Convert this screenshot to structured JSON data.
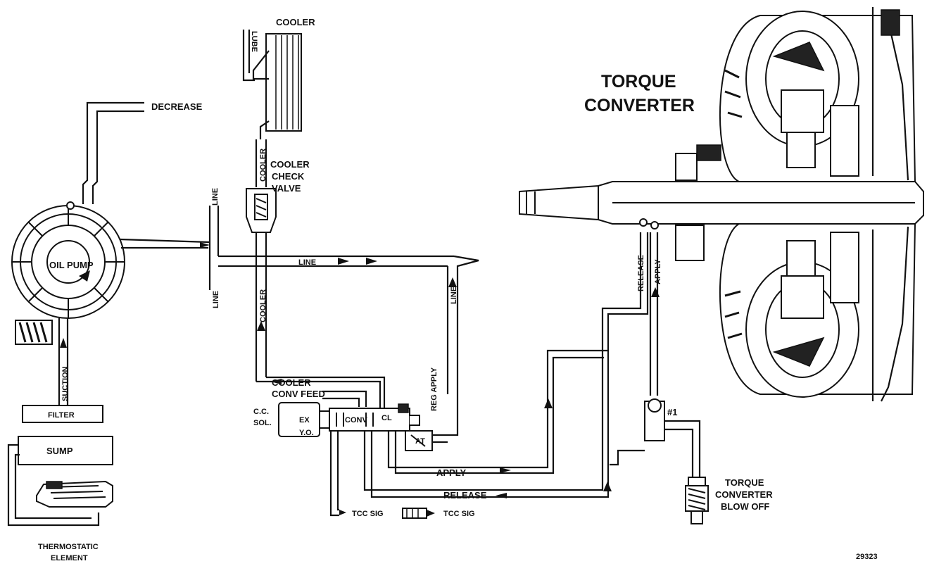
{
  "labels": {
    "cooler_top": "COOLER",
    "lube": "LUBE",
    "decrease": "DECREASE",
    "cooler_vertical_upper": "COOLER",
    "cooler_check_valve": [
      "COOLER",
      "CHECK",
      "VALVE"
    ],
    "torque_converter_title": [
      "TORQUE",
      "CONVERTER"
    ],
    "line_upper": "LINE",
    "line_horizontal": "LINE",
    "line_lower": "LINE",
    "line_right": "LINE",
    "oil_pump": "OIL PUMP",
    "cooler_vertical_lower": "COOLER",
    "release_vertical": "RELEASE",
    "apply_vertical": "APPLY",
    "suction": "SUCTION",
    "filter": "FILTER",
    "sump": "SUMP",
    "cooler_feed": "COOLER",
    "conv_feed": "CONV FEED",
    "reg_apply": "REG APPLY",
    "cc_sol": [
      "C.C.",
      "SOL."
    ],
    "ex": "EX",
    "yo": "Y.O.",
    "conv_small": "CONV",
    "cl_small": "CL",
    "at_small": "AT",
    "check_ball_1": "#1",
    "apply_horizontal": "APPLY",
    "release_horizontal": "RELEASE",
    "tcc_sig_left": "TCC SIG",
    "tcc_sig_right": "TCC SIG",
    "blow_off": [
      "TORQUE",
      "CONVERTER",
      "BLOW OFF"
    ],
    "thermostatic_element": [
      "THERMOSTATIC",
      "ELEMENT"
    ],
    "figure_number": "29323"
  }
}
